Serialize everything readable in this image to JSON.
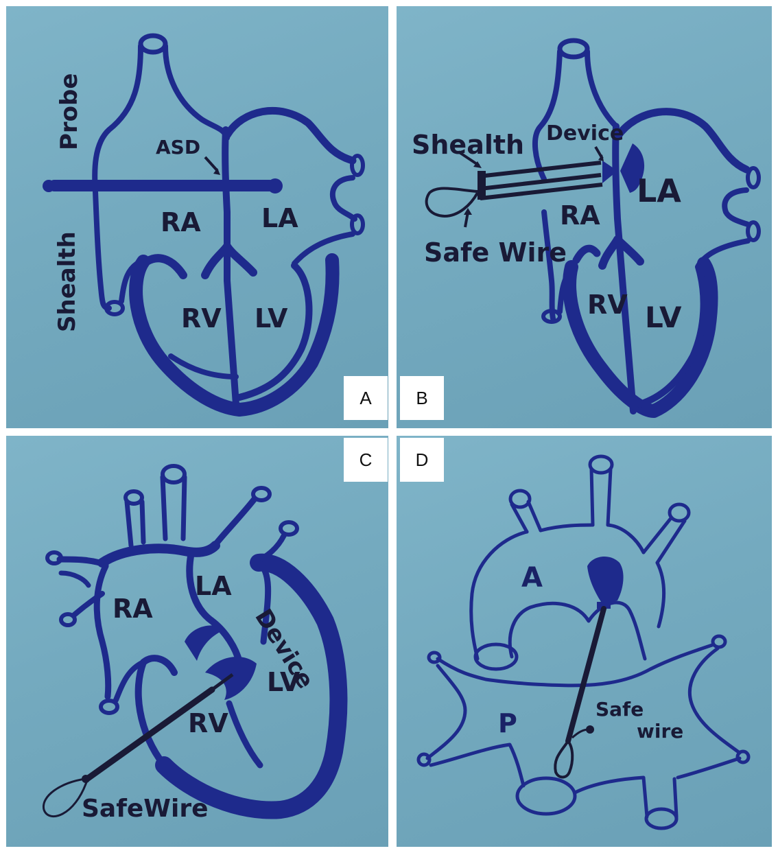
{
  "panels": {
    "a": {
      "letter": "A",
      "labels": {
        "probe": "Probe",
        "sheath": "Shealth",
        "asd": "ASD",
        "ra": "RA",
        "la": "LA",
        "rv": "RV",
        "lv": "LV"
      }
    },
    "b": {
      "letter": "B",
      "labels": {
        "sheath": "Shealth",
        "device": "Device",
        "la": "LA",
        "ra": "RA",
        "safe_wire": "Safe Wire",
        "rv": "RV",
        "lv": "LV"
      }
    },
    "c": {
      "letter": "C",
      "labels": {
        "ra": "RA",
        "la": "LA",
        "device": "Device",
        "lv": "LV",
        "rv": "RV",
        "safe_wire": "SafeWire"
      }
    },
    "d": {
      "letter": "D",
      "labels": {
        "a": "A",
        "p": "P",
        "safe": "Safe",
        "wire": "wire"
      }
    }
  },
  "colors": {
    "ink": "#1e2a8c",
    "dark_ink": "#191a36",
    "background": "#76acc1",
    "frame": "#ffffff"
  },
  "icons": [
    "heart-sketch-icon",
    "heart-sketch-icon",
    "heart-sketch-icon",
    "aorta-pulmonary-sketch-icon"
  ]
}
